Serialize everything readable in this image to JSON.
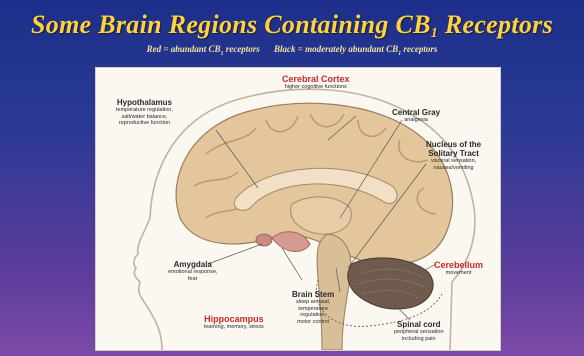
{
  "slide": {
    "title": "Some Brain Regions Containing CB",
    "title_sub": "1",
    "title_end": " Receptors",
    "legend_red": "Red = abundant CB",
    "legend_red_sub": "1",
    "legend_red_end": " receptors",
    "legend_black": "Black = moderately abundant CB",
    "legend_black_sub": "1",
    "legend_black_end": " receptors"
  },
  "labels": {
    "cortex": {
      "name": "Cerebral Cortex",
      "desc": [
        "higher cognitive functions"
      ],
      "color": "red"
    },
    "hypothalamus": {
      "name": "Hypothalamus",
      "desc": [
        "temperature regulation,",
        "salt/water balance,",
        "reproductive function"
      ],
      "color": "black"
    },
    "central_gray": {
      "name": "Central Gray",
      "desc": [
        "analgesia"
      ],
      "color": "black"
    },
    "nucleus": {
      "name": "Nucleus of the",
      "name2": "Solitary Tract",
      "desc": [
        "visceral sensation,",
        "nausea/vomiting"
      ],
      "color": "black"
    },
    "amygdala": {
      "name": "Amygdala",
      "desc": [
        "emotional response,",
        "fear"
      ],
      "color": "black"
    },
    "cerebellum": {
      "name": "Cerebellum",
      "desc": [
        "movement"
      ],
      "color": "red"
    },
    "hippocampus": {
      "name": "Hippocampus",
      "desc": [
        "learning, memory, stress"
      ],
      "color": "red"
    },
    "brain_stem": {
      "name": "Brain Stem",
      "desc": [
        "sleep arousal,",
        "temperature",
        "regulation,",
        "motor control"
      ],
      "color": "black"
    },
    "spinal_cord": {
      "name": "Spinal cord",
      "desc": [
        "peripheral sensation",
        "including pain"
      ],
      "color": "black"
    }
  },
  "colors": {
    "title": "#ffd33a",
    "red_label": "#c72a2a",
    "brain": "#e3c69b",
    "cerebellum": "#6f5a4e"
  }
}
